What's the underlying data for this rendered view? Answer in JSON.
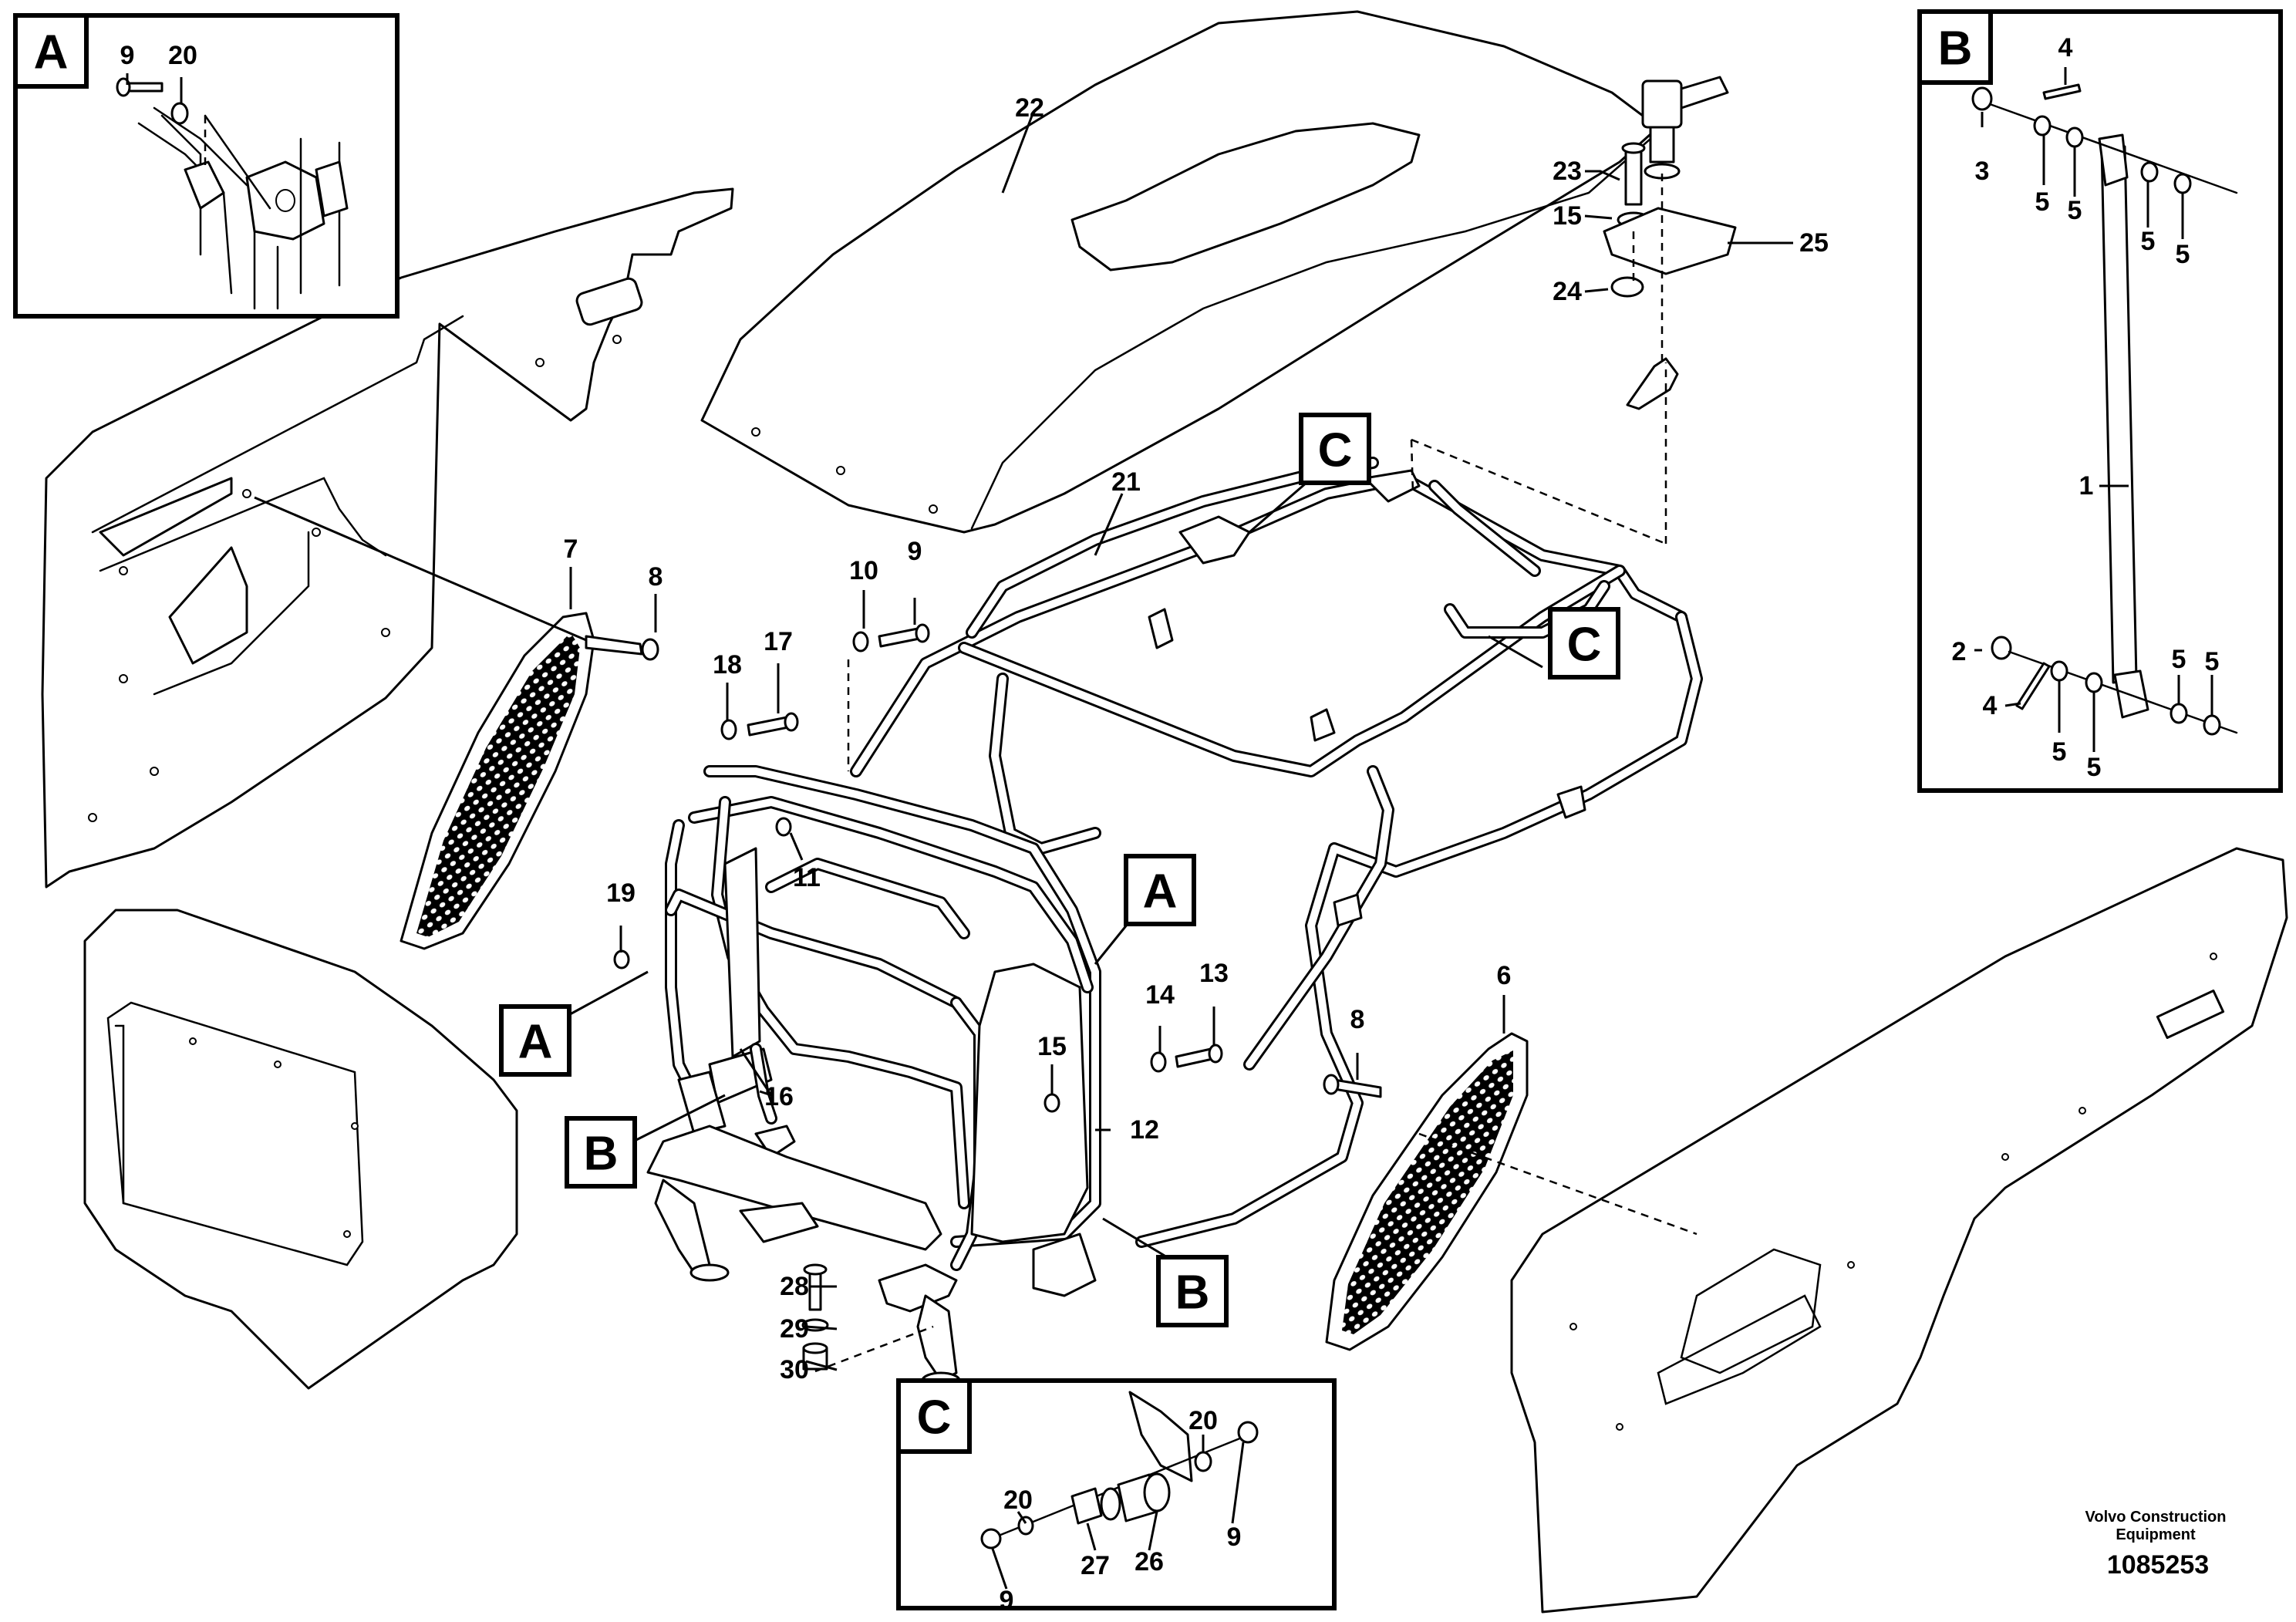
{
  "callouts": {
    "a": "A",
    "b": "B",
    "c": "C"
  },
  "parts": {
    "p1": "1",
    "p2": "2",
    "p3": "3",
    "p4": "4",
    "p5": "5",
    "p6": "6",
    "p7": "7",
    "p8": "8",
    "p9": "9",
    "p10": "10",
    "p11": "11",
    "p12": "12",
    "p13": "13",
    "p14": "14",
    "p15": "15",
    "p16": "16",
    "p17": "17",
    "p18": "18",
    "p19": "19",
    "p20": "20",
    "p21": "21",
    "p22": "22",
    "p23": "23",
    "p24": "24",
    "p25": "25",
    "p26": "26",
    "p27": "27",
    "p28": "28",
    "p29": "29",
    "p30": "30"
  },
  "footer": {
    "brand_line1": "Volvo Construction",
    "brand_line2": "Equipment",
    "doc_number": "1085253"
  }
}
